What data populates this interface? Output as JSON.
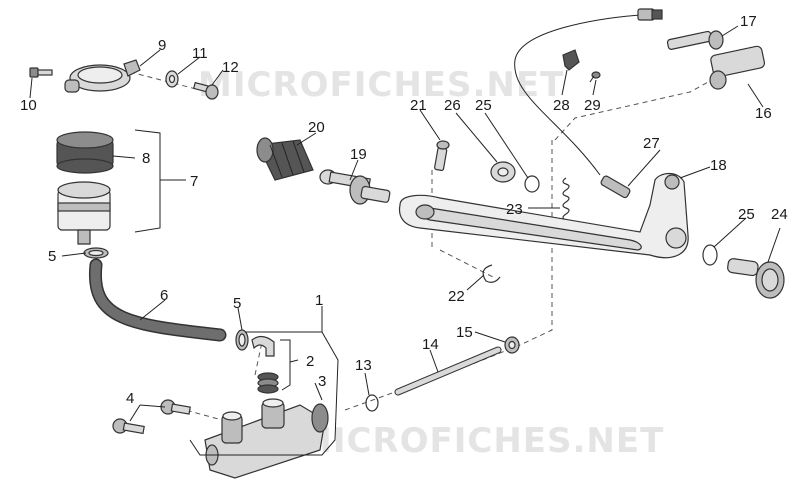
{
  "watermark": {
    "text_top": "MICROFICHES.NET",
    "text_bottom": "MICROFICHES.NET"
  },
  "callouts": {
    "c1": "1",
    "c2": "2",
    "c3": "3",
    "c4": "4",
    "c5a": "5",
    "c5b": "5",
    "c6": "6",
    "c7": "7",
    "c8": "8",
    "c9": "9",
    "c10": "10",
    "c11": "11",
    "c12": "12",
    "c13": "13",
    "c14": "14",
    "c15": "15",
    "c16": "16",
    "c17": "17",
    "c18": "18",
    "c19": "19",
    "c20": "20",
    "c21": "21",
    "c22": "22",
    "c23": "23",
    "c24": "24",
    "c25a": "25",
    "c25b": "25",
    "c26": "26",
    "c27": "27",
    "c28": "28",
    "c29": "29"
  },
  "colors": {
    "outline": "#333333",
    "metal_light": "#d9d9d9",
    "metal_mid": "#bdbdbd",
    "metal_dark": "#8c8c8c",
    "rubber": "#555555",
    "watermark": "#e4e4e4"
  }
}
